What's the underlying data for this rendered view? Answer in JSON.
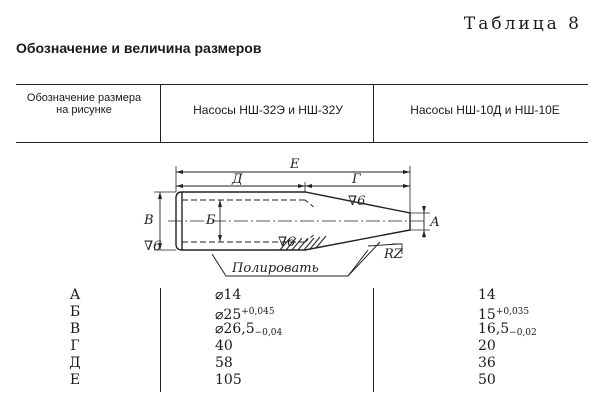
{
  "table_label": "Таблица 8",
  "section_title": "Обозначение и величина размеров",
  "header": {
    "col1": "Обозначение размера на рисунке",
    "col2": "Насосы НШ-32Э и НШ-32У",
    "col3": "Насосы НШ-10Д и НШ-10Е"
  },
  "drawing": {
    "dim_E": "Е",
    "dim_D": "Д",
    "dim_G": "Г",
    "dim_V": "В",
    "dim_B": "Б",
    "dim_A": "А",
    "roughness_top": "∇6",
    "roughness_mid": "∇6",
    "roughness_left": "∇6",
    "roughness_R": "RZ",
    "polish_label": "Полировать"
  },
  "rows": [
    {
      "label": "А",
      "v1_main": "⌀14",
      "v1_tol": "",
      "v1_tol_type": "",
      "v2_main": "14",
      "v2_tol": "",
      "v2_tol_type": ""
    },
    {
      "label": "Б",
      "v1_main": "⌀25",
      "v1_tol": "+0,045",
      "v1_tol_type": "sup",
      "v2_main": "15",
      "v2_tol": "+0,035",
      "v2_tol_type": "sup"
    },
    {
      "label": "В",
      "v1_main": "⌀26,5",
      "v1_tol": "−0,04",
      "v1_tol_type": "sub",
      "v2_main": "16,5",
      "v2_tol": "−0,02",
      "v2_tol_type": "sub"
    },
    {
      "label": "Г",
      "v1_main": "40",
      "v1_tol": "",
      "v1_tol_type": "",
      "v2_main": "20",
      "v2_tol": "",
      "v2_tol_type": ""
    },
    {
      "label": "Д",
      "v1_main": "58",
      "v1_tol": "",
      "v1_tol_type": "",
      "v2_main": "36",
      "v2_tol": "",
      "v2_tol_type": ""
    },
    {
      "label": "Е",
      "v1_main": "105",
      "v1_tol": "",
      "v1_tol_type": "",
      "v2_main": "50",
      "v2_tol": "",
      "v2_tol_type": ""
    }
  ]
}
